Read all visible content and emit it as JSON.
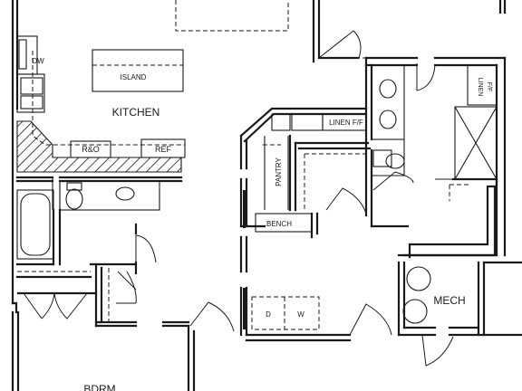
{
  "rooms": {
    "kitchen": "KITCHEN",
    "island": "ISLAND",
    "dw": "DW",
    "ro": "R&O",
    "ref": "REF",
    "linen_ff": "LINEN F/F",
    "linen_ff_vertical_1": "LINEN",
    "linen_ff_vertical_2": "F/F",
    "pantry": "PANTRY",
    "bench": "BENCH",
    "mech": "MECH",
    "washer": "W",
    "dryer": "D",
    "bdrm": "BDRM"
  }
}
